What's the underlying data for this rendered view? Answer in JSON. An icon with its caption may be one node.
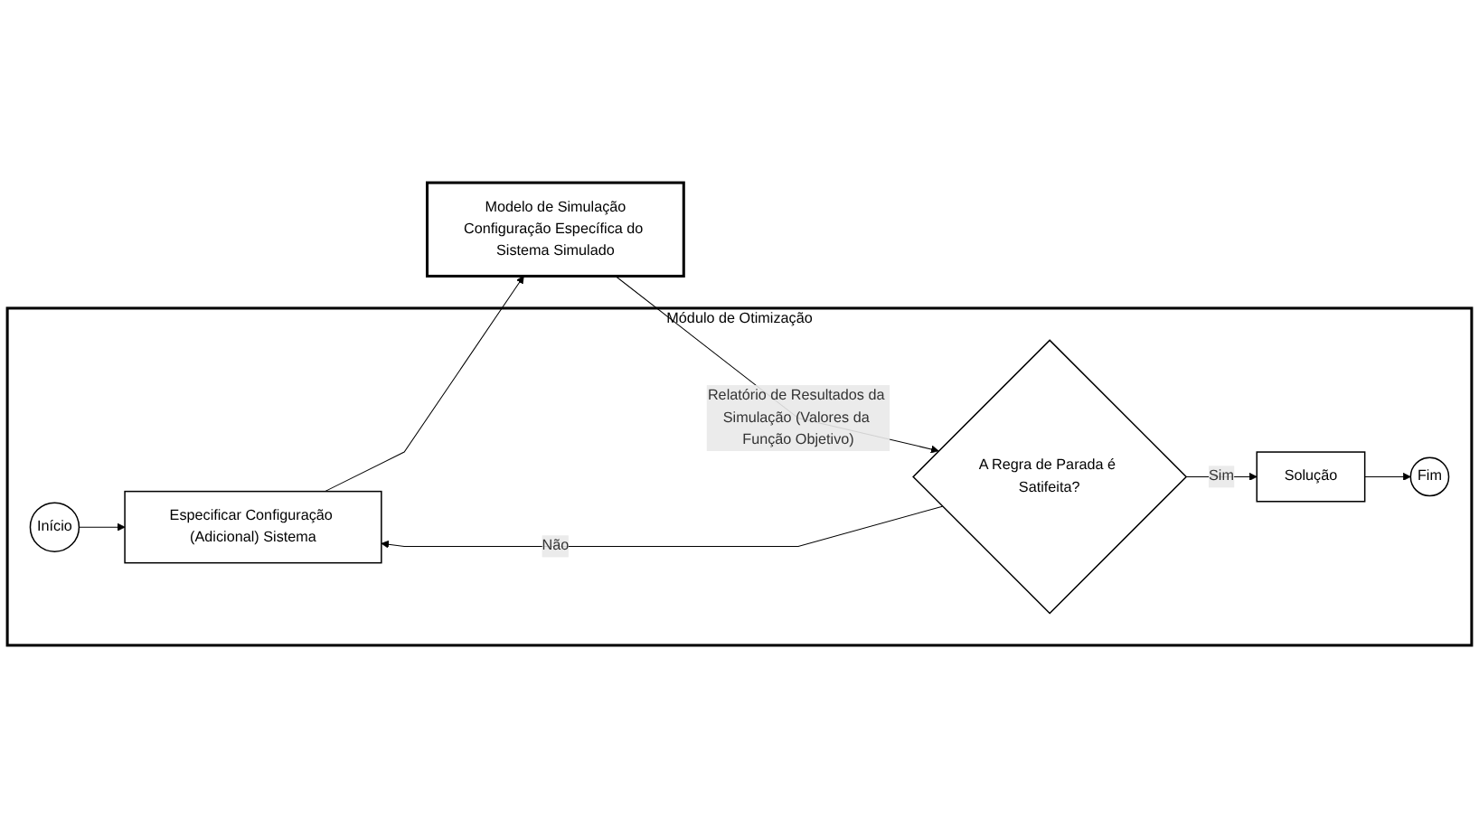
{
  "diagram": {
    "nodes": [
      {
        "text": [
          "Módulo de Otimização"
        ]
      },
      {
        "text": [
          "Modelo de Simulação",
          "Configuração Específica do Sistema Simulado"
        ]
      },
      {
        "text": [
          "Início"
        ],
        "in": 0
      },
      {
        "text": [
          "A Regra de Parada é Satifeita?"
        ],
        "in": 0
      },
      {
        "text": [
          "Especificar Configuração (Adicional) Sistema"
        ],
        "in": 0
      },
      {
        "text": [
          "Solução"
        ],
        "in": 0
      },
      {
        "text": [
          "Fim"
        ],
        "in": 0
      }
    ],
    "edges": [
      {
        "from": 2,
        "to": 4,
        "arrow": "to"
      },
      {
        "from": 3,
        "to": 4,
        "label": "Não",
        "arrow": "to"
      },
      {
        "from": 3,
        "to": 5,
        "label": "Sim",
        "arrow": "to"
      },
      {
        "from": 5,
        "to": 6,
        "arrow": "to"
      },
      {
        "from": 4,
        "to": 1,
        "arrow": "to"
      },
      {
        "from": 1,
        "to": 3,
        "label": "Relatório de Resultados da Simulação (Valores da Função Objetivo)",
        "arrow": "to"
      }
    ]
  }
}
